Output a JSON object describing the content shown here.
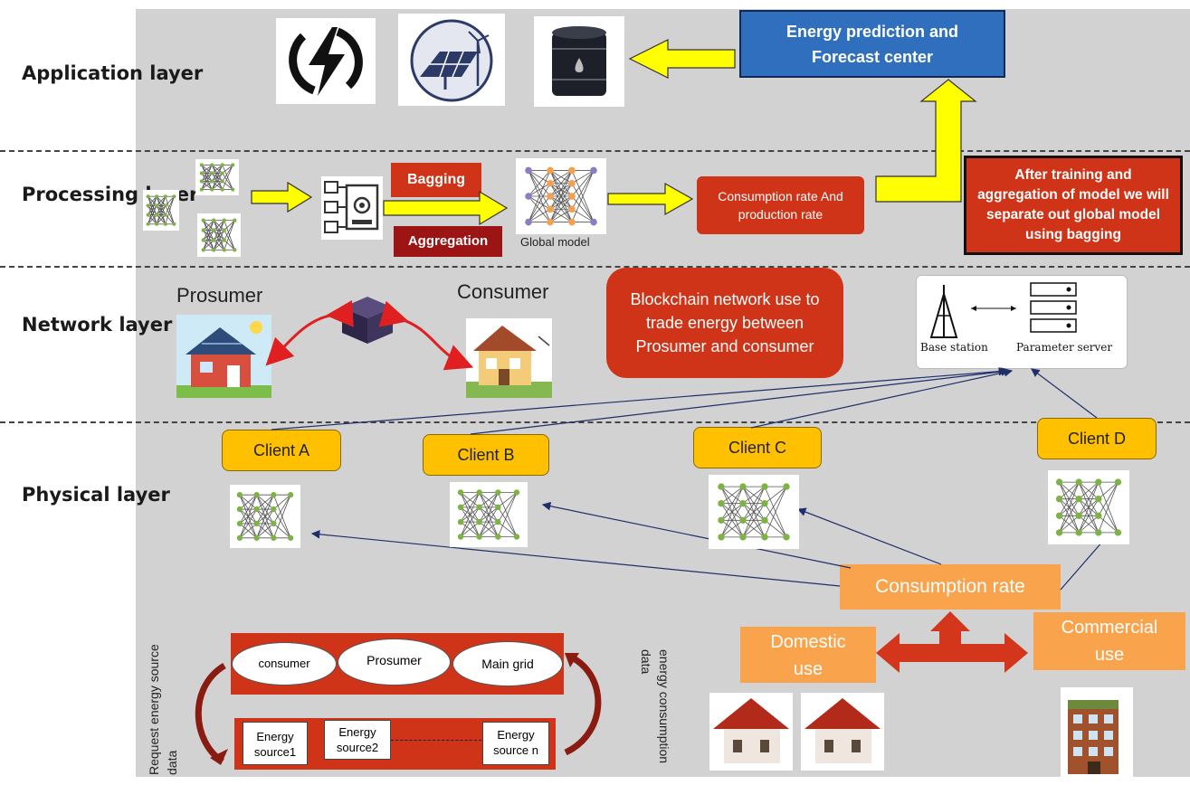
{
  "layers": {
    "application": "Application layer",
    "processing": "Processing layer",
    "network": "Network layer",
    "physical": "Physical layer"
  },
  "application": {
    "forecast_center": "Energy prediction and Forecast center",
    "icons": [
      "lightning-icon",
      "solar-wind-icon",
      "barrel-icon"
    ]
  },
  "processing": {
    "bagging": "Bagging",
    "aggregation": "Aggregation",
    "global_model": "Global model",
    "rates": "Consumption rate And production rate",
    "note": "After training and aggregation of model we will separate out global model using bagging"
  },
  "network": {
    "prosumer": "Prosumer",
    "consumer": "Consumer",
    "blockchain": "Blockchain network use to trade energy between Prosumer and consumer",
    "base_station": "Base station",
    "parameter_server": "Parameter server"
  },
  "physical": {
    "clients": [
      "Client A",
      "Client B",
      "Client C",
      "Client D"
    ],
    "consumption_rate": "Consumption rate",
    "domestic": "Domestic use",
    "commercial": "Commercial use",
    "grid_items": [
      "consumer",
      "Prosumer",
      "Main grid"
    ],
    "sources": [
      "Energy source1",
      "Energy source2",
      "Energy source n"
    ],
    "request_label": "Request energy source data",
    "consumption_data_label": "energy consumption data"
  },
  "colors": {
    "red": "#cf3318",
    "yellow": "#ffff00",
    "client": "#ffc000",
    "orange": "#f9a34c",
    "blue": "#2f6fbd"
  }
}
